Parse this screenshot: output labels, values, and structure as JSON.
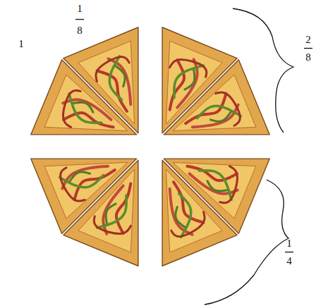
{
  "diagram": {
    "labels": [
      "1",
      "8",
      "1",
      "2",
      "8",
      "1",
      "4"
    ]
  }
}
